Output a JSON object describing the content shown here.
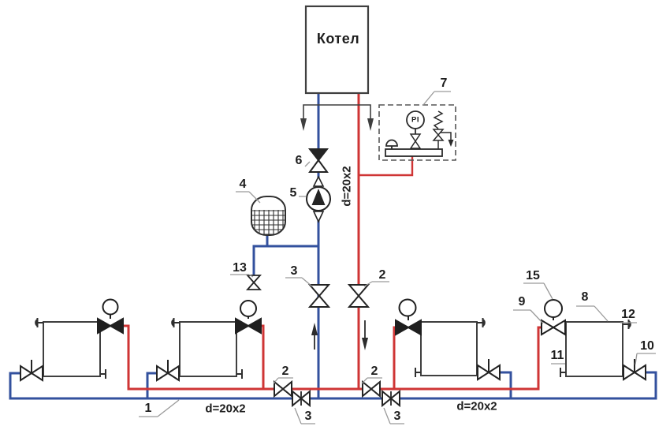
{
  "diagram": {
    "type": "heating-system-piping-schematic",
    "boiler": {
      "label": "Котел"
    },
    "safety_group": {
      "gauge_label": "PI"
    },
    "pipe_size_label": "d=20x2",
    "callouts": {
      "c1": "1",
      "c2": "2",
      "c3": "3",
      "c4": "4",
      "c5": "5",
      "c6": "6",
      "c7": "7",
      "c8": "8",
      "c9": "9",
      "c10": "10",
      "c11": "11",
      "c12": "12",
      "c13": "13",
      "c15": "15"
    },
    "colors": {
      "supply_red": "#cf3535",
      "return_blue": "#33519e",
      "line_black": "#3f3f3f",
      "leader_gray": "#9a9a9a"
    }
  }
}
